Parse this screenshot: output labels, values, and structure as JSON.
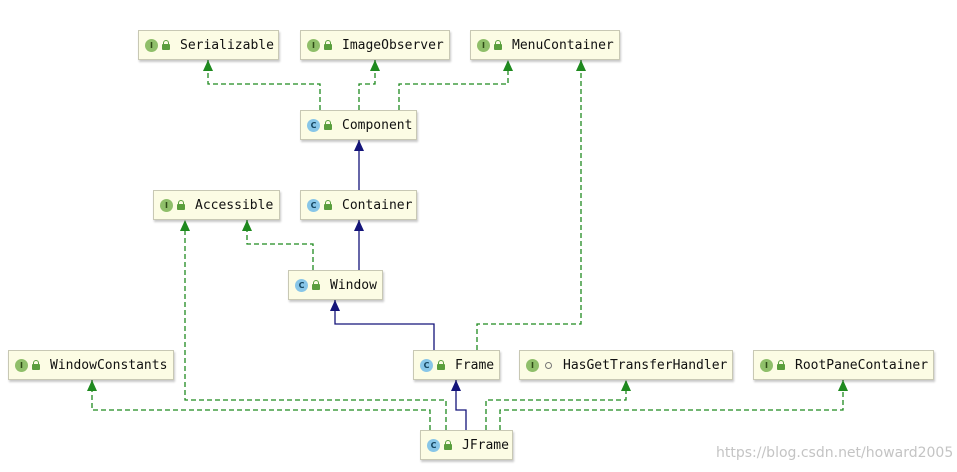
{
  "colors": {
    "implements_edge": "#1f8a1f",
    "extends_edge": "#14147a",
    "node_fill": "#fcfce4",
    "interface_badge": "#8fbf6a",
    "class_badge": "#88c6e8"
  },
  "badge_letters": {
    "interface": "I",
    "class": "C"
  },
  "nodes": [
    {
      "id": "serializable",
      "label": "Serializable",
      "kind": "interface"
    },
    {
      "id": "imageobserver",
      "label": "ImageObserver",
      "kind": "interface"
    },
    {
      "id": "menucontainer",
      "label": "MenuContainer",
      "kind": "interface"
    },
    {
      "id": "component",
      "label": "Component",
      "kind": "class"
    },
    {
      "id": "accessible",
      "label": "Accessible",
      "kind": "interface"
    },
    {
      "id": "container",
      "label": "Container",
      "kind": "class"
    },
    {
      "id": "window",
      "label": "Window",
      "kind": "class"
    },
    {
      "id": "windowconstants",
      "label": "WindowConstants",
      "kind": "interface"
    },
    {
      "id": "frame",
      "label": "Frame",
      "kind": "class"
    },
    {
      "id": "hasgettransferhandler",
      "label": "HasGetTransferHandler",
      "kind": "interface"
    },
    {
      "id": "rootpanecontainer",
      "label": "RootPaneContainer",
      "kind": "interface"
    },
    {
      "id": "jframe",
      "label": "JFrame",
      "kind": "class"
    }
  ],
  "edges": [
    {
      "from": "component",
      "to": "serializable",
      "type": "implements"
    },
    {
      "from": "component",
      "to": "imageobserver",
      "type": "implements"
    },
    {
      "from": "component",
      "to": "menucontainer",
      "type": "implements"
    },
    {
      "from": "container",
      "to": "component",
      "type": "extends"
    },
    {
      "from": "window",
      "to": "container",
      "type": "extends"
    },
    {
      "from": "window",
      "to": "accessible",
      "type": "implements"
    },
    {
      "from": "frame",
      "to": "window",
      "type": "extends"
    },
    {
      "from": "frame",
      "to": "menucontainer",
      "type": "implements"
    },
    {
      "from": "jframe",
      "to": "frame",
      "type": "extends"
    },
    {
      "from": "jframe",
      "to": "windowconstants",
      "type": "implements"
    },
    {
      "from": "jframe",
      "to": "accessible",
      "type": "implements"
    },
    {
      "from": "jframe",
      "to": "hasgettransferhandler",
      "type": "implements"
    },
    {
      "from": "jframe",
      "to": "rootpanecontainer",
      "type": "implements"
    }
  ],
  "watermark": "https://blog.csdn.net/howard2005"
}
